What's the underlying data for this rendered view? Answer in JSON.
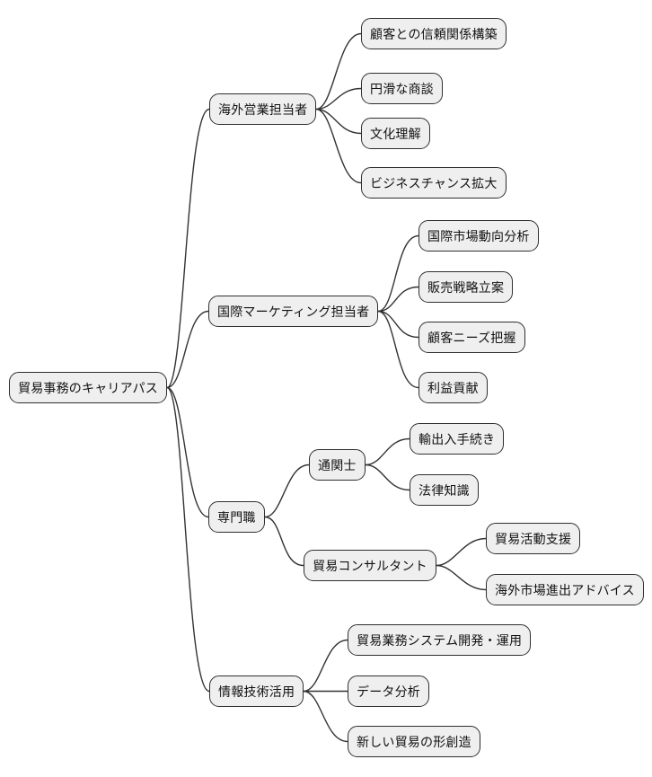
{
  "diagram": {
    "type": "mindmap",
    "root_label": "貿易事務のキャリアパス",
    "colors": {
      "background": "#ffffff",
      "node_fill": "#efefef",
      "node_border": "#2f2f2f",
      "edge": "#333333",
      "text": "#111111"
    },
    "nodes": [
      {
        "id": "root",
        "label": "貿易事務のキャリアパス",
        "level": 0
      },
      {
        "id": "overseas-sales",
        "label": "海外営業担当者",
        "level": 1
      },
      {
        "id": "trust-building",
        "label": "顧客との信頼関係構築",
        "level": 2
      },
      {
        "id": "smooth-negotiation",
        "label": "円滑な商談",
        "level": 2
      },
      {
        "id": "cultural-understanding",
        "label": "文化理解",
        "level": 2
      },
      {
        "id": "business-chance",
        "label": "ビジネスチャンス拡大",
        "level": 2
      },
      {
        "id": "intl-marketing",
        "label": "国際マーケティング担当者",
        "level": 1
      },
      {
        "id": "market-analysis",
        "label": "国際市場動向分析",
        "level": 2
      },
      {
        "id": "sales-strategy",
        "label": "販売戦略立案",
        "level": 2
      },
      {
        "id": "customer-needs",
        "label": "顧客ニーズ把握",
        "level": 2
      },
      {
        "id": "profit-contribution",
        "label": "利益貢献",
        "level": 2
      },
      {
        "id": "specialist",
        "label": "専門職",
        "level": 1
      },
      {
        "id": "customs-broker",
        "label": "通関士",
        "level": 2
      },
      {
        "id": "import-export-procedures",
        "label": "輸出入手続き",
        "level": 3
      },
      {
        "id": "legal-knowledge",
        "label": "法律知識",
        "level": 3
      },
      {
        "id": "trade-consultant",
        "label": "貿易コンサルタント",
        "level": 2
      },
      {
        "id": "trade-support",
        "label": "貿易活動支援",
        "level": 3
      },
      {
        "id": "overseas-advice",
        "label": "海外市場進出アドバイス",
        "level": 3
      },
      {
        "id": "it-utilization",
        "label": "情報技術活用",
        "level": 1
      },
      {
        "id": "system-development",
        "label": "貿易業務システム開発・運用",
        "level": 2
      },
      {
        "id": "data-analysis",
        "label": "データ分析",
        "level": 2
      },
      {
        "id": "new-trade-creation",
        "label": "新しい貿易の形創造",
        "level": 2
      }
    ],
    "edges": [
      [
        "root",
        "overseas-sales"
      ],
      [
        "root",
        "intl-marketing"
      ],
      [
        "root",
        "specialist"
      ],
      [
        "root",
        "it-utilization"
      ],
      [
        "overseas-sales",
        "trust-building"
      ],
      [
        "overseas-sales",
        "smooth-negotiation"
      ],
      [
        "overseas-sales",
        "cultural-understanding"
      ],
      [
        "overseas-sales",
        "business-chance"
      ],
      [
        "intl-marketing",
        "market-analysis"
      ],
      [
        "intl-marketing",
        "sales-strategy"
      ],
      [
        "intl-marketing",
        "customer-needs"
      ],
      [
        "intl-marketing",
        "profit-contribution"
      ],
      [
        "specialist",
        "customs-broker"
      ],
      [
        "specialist",
        "trade-consultant"
      ],
      [
        "customs-broker",
        "import-export-procedures"
      ],
      [
        "customs-broker",
        "legal-knowledge"
      ],
      [
        "trade-consultant",
        "trade-support"
      ],
      [
        "trade-consultant",
        "overseas-advice"
      ],
      [
        "it-utilization",
        "system-development"
      ],
      [
        "it-utilization",
        "data-analysis"
      ],
      [
        "it-utilization",
        "new-trade-creation"
      ]
    ]
  }
}
